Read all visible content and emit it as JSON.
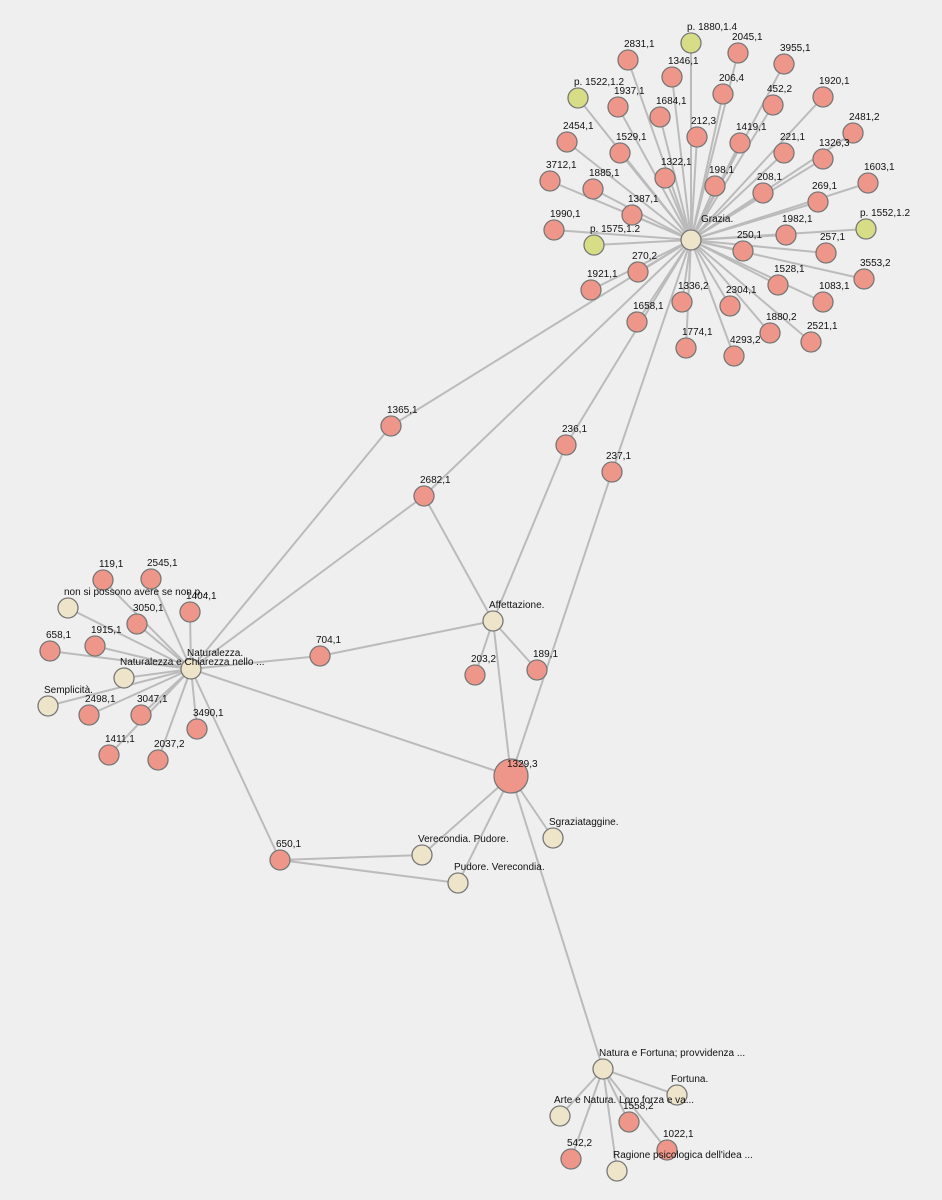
{
  "colors": {
    "background": "#efefef",
    "edge": "#bbbbbb",
    "stroke": "#777777",
    "text": "#111111",
    "occurrence": "#ef968a",
    "topic": "#ede4c9",
    "page": "#d7dd86"
  },
  "nodes": [
    {
      "id": "grazia",
      "label": "Grazia.",
      "kind": "topic"
    },
    {
      "id": "p1880",
      "label": "p. 1880,1.4",
      "kind": "page"
    },
    {
      "id": "n2831",
      "label": "2831,1",
      "kind": "occurrence"
    },
    {
      "id": "n2045",
      "label": "2045,1",
      "kind": "occurrence"
    },
    {
      "id": "n3955",
      "label": "3955,1",
      "kind": "occurrence"
    },
    {
      "id": "n1346",
      "label": "1346,1",
      "kind": "occurrence"
    },
    {
      "id": "p1522",
      "label": "p. 1522,1.2",
      "kind": "page"
    },
    {
      "id": "n1937",
      "label": "1937,1",
      "kind": "occurrence"
    },
    {
      "id": "n206",
      "label": "206,4",
      "kind": "occurrence"
    },
    {
      "id": "n452",
      "label": "452,2",
      "kind": "occurrence"
    },
    {
      "id": "n1920",
      "label": "1920,1",
      "kind": "occurrence"
    },
    {
      "id": "n1684",
      "label": "1684,1",
      "kind": "occurrence"
    },
    {
      "id": "n2454",
      "label": "2454,1",
      "kind": "occurrence"
    },
    {
      "id": "n1529",
      "label": "1529,1",
      "kind": "occurrence"
    },
    {
      "id": "n212",
      "label": "212,3",
      "kind": "occurrence"
    },
    {
      "id": "n1419",
      "label": "1419,1",
      "kind": "occurrence"
    },
    {
      "id": "n2481",
      "label": "2481,2",
      "kind": "occurrence"
    },
    {
      "id": "n221",
      "label": "221,1",
      "kind": "occurrence"
    },
    {
      "id": "n1326",
      "label": "1326,3",
      "kind": "occurrence"
    },
    {
      "id": "n3712",
      "label": "3712,1",
      "kind": "occurrence"
    },
    {
      "id": "n1322",
      "label": "1322,1",
      "kind": "occurrence"
    },
    {
      "id": "n1885",
      "label": "1885,1",
      "kind": "occurrence"
    },
    {
      "id": "n198",
      "label": "198,1",
      "kind": "occurrence"
    },
    {
      "id": "n1603",
      "label": "1603,1",
      "kind": "occurrence"
    },
    {
      "id": "n208",
      "label": "208,1",
      "kind": "occurrence"
    },
    {
      "id": "n269",
      "label": "269,1",
      "kind": "occurrence"
    },
    {
      "id": "n1387",
      "label": "1387,1",
      "kind": "occurrence"
    },
    {
      "id": "n1990",
      "label": "1990,1",
      "kind": "occurrence"
    },
    {
      "id": "p1552",
      "label": "p. 1552,1.2",
      "kind": "page"
    },
    {
      "id": "n1982",
      "label": "1982,1",
      "kind": "occurrence"
    },
    {
      "id": "p1575",
      "label": "p. 1575,1.2",
      "kind": "page"
    },
    {
      "id": "n250",
      "label": "250,1",
      "kind": "occurrence"
    },
    {
      "id": "n257",
      "label": "257,1",
      "kind": "occurrence"
    },
    {
      "id": "n270",
      "label": "270,2",
      "kind": "occurrence"
    },
    {
      "id": "n3553",
      "label": "3553,2",
      "kind": "occurrence"
    },
    {
      "id": "n1921",
      "label": "1921,1",
      "kind": "occurrence"
    },
    {
      "id": "n1528",
      "label": "1528,1",
      "kind": "occurrence"
    },
    {
      "id": "n1336",
      "label": "1336,2",
      "kind": "occurrence"
    },
    {
      "id": "n2304",
      "label": "2304,1",
      "kind": "occurrence"
    },
    {
      "id": "n1083",
      "label": "1083,1",
      "kind": "occurrence"
    },
    {
      "id": "n1658",
      "label": "1658,1",
      "kind": "occurrence"
    },
    {
      "id": "n1880b",
      "label": "1880,2",
      "kind": "occurrence"
    },
    {
      "id": "n2521",
      "label": "2521,1",
      "kind": "occurrence"
    },
    {
      "id": "n1774",
      "label": "1774,1",
      "kind": "occurrence"
    },
    {
      "id": "n4293",
      "label": "4293,2",
      "kind": "occurrence"
    },
    {
      "id": "n1365",
      "label": "1365,1",
      "kind": "occurrence"
    },
    {
      "id": "n236",
      "label": "236,1",
      "kind": "occurrence"
    },
    {
      "id": "n237",
      "label": "237,1",
      "kind": "occurrence"
    },
    {
      "id": "n2682",
      "label": "2682,1",
      "kind": "occurrence"
    },
    {
      "id": "affettazione",
      "label": "Affettazione.",
      "kind": "topic"
    },
    {
      "id": "n704",
      "label": "704,1",
      "kind": "occurrence"
    },
    {
      "id": "n203",
      "label": "203,2",
      "kind": "occurrence"
    },
    {
      "id": "n189",
      "label": "189,1",
      "kind": "occurrence"
    },
    {
      "id": "naturalezza",
      "label": "Naturalezza.",
      "kind": "topic"
    },
    {
      "id": "natchiar",
      "label": "Naturalezza e Chiarezza nello ...",
      "kind": "topic"
    },
    {
      "id": "nonsi",
      "label": "non si possono avere se non p...",
      "kind": "topic"
    },
    {
      "id": "semplicita",
      "label": "Semplicità.",
      "kind": "topic"
    },
    {
      "id": "n119",
      "label": "119,1",
      "kind": "occurrence"
    },
    {
      "id": "n2545",
      "label": "2545,1",
      "kind": "occurrence"
    },
    {
      "id": "n1404",
      "label": "1404,1",
      "kind": "occurrence"
    },
    {
      "id": "n3050",
      "label": "3050,1",
      "kind": "occurrence"
    },
    {
      "id": "n658",
      "label": "658,1",
      "kind": "occurrence"
    },
    {
      "id": "n1915",
      "label": "1915,1",
      "kind": "occurrence"
    },
    {
      "id": "n2498",
      "label": "2498,1",
      "kind": "occurrence"
    },
    {
      "id": "n3047",
      "label": "3047,1",
      "kind": "occurrence"
    },
    {
      "id": "n3490",
      "label": "3490,1",
      "kind": "occurrence"
    },
    {
      "id": "n1411",
      "label": "1411,1",
      "kind": "occurrence"
    },
    {
      "id": "n2037",
      "label": "2037,2",
      "kind": "occurrence"
    },
    {
      "id": "n1329",
      "label": "1329,3",
      "kind": "occurrence"
    },
    {
      "id": "sgraz",
      "label": "Sgraziataggine.",
      "kind": "topic"
    },
    {
      "id": "verec",
      "label": "Verecondia. Pudore.",
      "kind": "topic"
    },
    {
      "id": "pudore",
      "label": "Pudore. Verecondia.",
      "kind": "topic"
    },
    {
      "id": "n650",
      "label": "650,1",
      "kind": "occurrence"
    },
    {
      "id": "natfort",
      "label": "Natura e Fortuna; provvidenza ...",
      "kind": "topic"
    },
    {
      "id": "fortuna",
      "label": "Fortuna.",
      "kind": "topic"
    },
    {
      "id": "artenat",
      "label": "Arte e Natura. Loro forza e va...",
      "kind": "topic"
    },
    {
      "id": "n1558",
      "label": "1558,2",
      "kind": "occurrence"
    },
    {
      "id": "n1022",
      "label": "1022,1",
      "kind": "occurrence"
    },
    {
      "id": "n542",
      "label": "542,2",
      "kind": "occurrence"
    },
    {
      "id": "ragione",
      "label": "Ragione psicologica dell'idea ...",
      "kind": "topic"
    }
  ],
  "edges": [
    [
      "grazia",
      "p1880"
    ],
    [
      "grazia",
      "n2831"
    ],
    [
      "grazia",
      "n2045"
    ],
    [
      "grazia",
      "n3955"
    ],
    [
      "grazia",
      "n1346"
    ],
    [
      "grazia",
      "p1522"
    ],
    [
      "grazia",
      "n1937"
    ],
    [
      "grazia",
      "n206"
    ],
    [
      "grazia",
      "n452"
    ],
    [
      "grazia",
      "n1920"
    ],
    [
      "grazia",
      "n1684"
    ],
    [
      "grazia",
      "n2454"
    ],
    [
      "grazia",
      "n1529"
    ],
    [
      "grazia",
      "n212"
    ],
    [
      "grazia",
      "n1419"
    ],
    [
      "grazia",
      "n2481"
    ],
    [
      "grazia",
      "n221"
    ],
    [
      "grazia",
      "n1326"
    ],
    [
      "grazia",
      "n3712"
    ],
    [
      "grazia",
      "n1322"
    ],
    [
      "grazia",
      "n1885"
    ],
    [
      "grazia",
      "n198"
    ],
    [
      "grazia",
      "n1603"
    ],
    [
      "grazia",
      "n208"
    ],
    [
      "grazia",
      "n269"
    ],
    [
      "grazia",
      "n1387"
    ],
    [
      "grazia",
      "n1990"
    ],
    [
      "grazia",
      "p1552"
    ],
    [
      "grazia",
      "n1982"
    ],
    [
      "grazia",
      "p1575"
    ],
    [
      "grazia",
      "n250"
    ],
    [
      "grazia",
      "n257"
    ],
    [
      "grazia",
      "n270"
    ],
    [
      "grazia",
      "n3553"
    ],
    [
      "grazia",
      "n1921"
    ],
    [
      "grazia",
      "n1528"
    ],
    [
      "grazia",
      "n1336"
    ],
    [
      "grazia",
      "n2304"
    ],
    [
      "grazia",
      "n1083"
    ],
    [
      "grazia",
      "n1658"
    ],
    [
      "grazia",
      "n1880b"
    ],
    [
      "grazia",
      "n2521"
    ],
    [
      "grazia",
      "n1774"
    ],
    [
      "grazia",
      "n4293"
    ],
    [
      "grazia",
      "n1365"
    ],
    [
      "grazia",
      "n236"
    ],
    [
      "grazia",
      "n237"
    ],
    [
      "grazia",
      "n2682"
    ],
    [
      "n1365",
      "naturalezza"
    ],
    [
      "n2682",
      "naturalezza"
    ],
    [
      "n2682",
      "affettazione"
    ],
    [
      "n236",
      "affettazione"
    ],
    [
      "n237",
      "n1329"
    ],
    [
      "affettazione",
      "n704"
    ],
    [
      "affettazione",
      "n203"
    ],
    [
      "affettazione",
      "n189"
    ],
    [
      "affettazione",
      "n1329"
    ],
    [
      "n704",
      "naturalezza"
    ],
    [
      "naturalezza",
      "natchiar"
    ],
    [
      "naturalezza",
      "nonsi"
    ],
    [
      "naturalezza",
      "semplicita"
    ],
    [
      "naturalezza",
      "n119"
    ],
    [
      "naturalezza",
      "n2545"
    ],
    [
      "naturalezza",
      "n1404"
    ],
    [
      "naturalezza",
      "n3050"
    ],
    [
      "naturalezza",
      "n658"
    ],
    [
      "naturalezza",
      "n1915"
    ],
    [
      "naturalezza",
      "n2498"
    ],
    [
      "naturalezza",
      "n3047"
    ],
    [
      "naturalezza",
      "n3490"
    ],
    [
      "naturalezza",
      "n1411"
    ],
    [
      "naturalezza",
      "n2037"
    ],
    [
      "naturalezza",
      "n1329"
    ],
    [
      "naturalezza",
      "n650"
    ],
    [
      "n1329",
      "sgraz"
    ],
    [
      "n1329",
      "verec"
    ],
    [
      "n1329",
      "pudore"
    ],
    [
      "n1329",
      "natfort"
    ],
    [
      "n650",
      "verec"
    ],
    [
      "n650",
      "pudore"
    ],
    [
      "natfort",
      "fortuna"
    ],
    [
      "natfort",
      "artenat"
    ],
    [
      "natfort",
      "n1558"
    ],
    [
      "natfort",
      "n1022"
    ],
    [
      "natfort",
      "n542"
    ],
    [
      "natfort",
      "ragione"
    ]
  ]
}
